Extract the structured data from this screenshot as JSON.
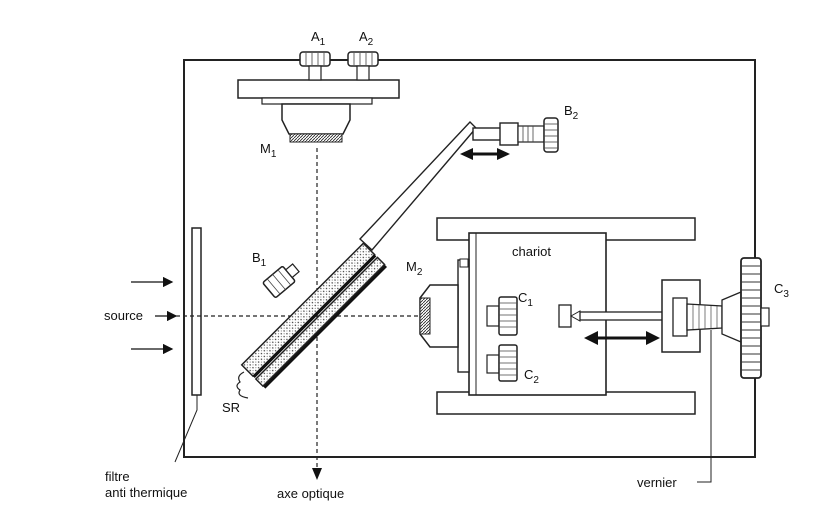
{
  "labels": {
    "a": "A",
    "a1_sub": "1",
    "a2_sub": "2",
    "b": "B",
    "b1_sub": "1",
    "b2_sub": "2",
    "m": "M",
    "m1_sub": "1",
    "m2_sub": "2",
    "c": "C",
    "c1_sub": "1",
    "c2_sub": "2",
    "c3_sub": "3",
    "chariot": "chariot",
    "source": "source",
    "sr": "SR",
    "filtre_line1": "filtre",
    "filtre_line2": "anti thermique",
    "axe_optique": "axe optique",
    "vernier": "vernier"
  }
}
